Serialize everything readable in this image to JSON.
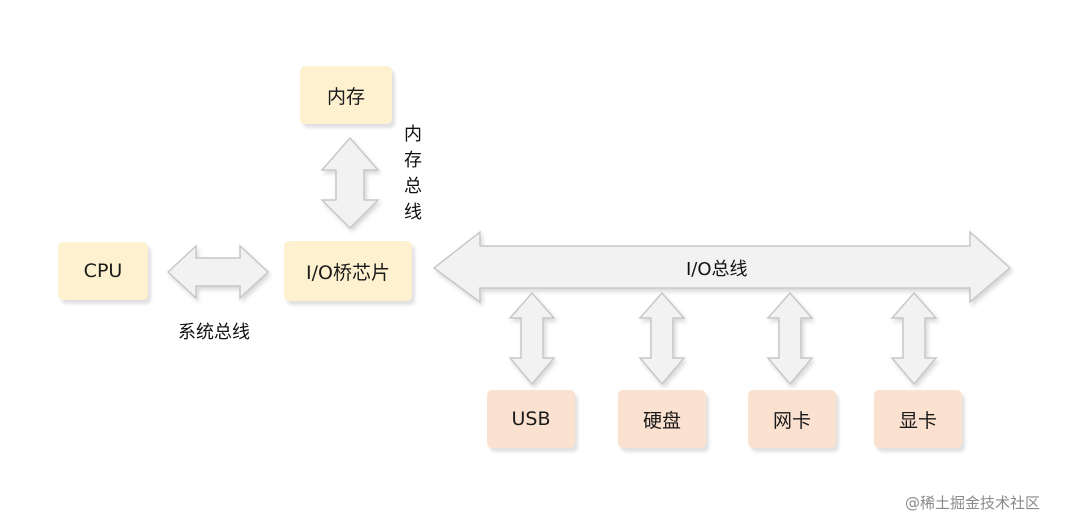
{
  "nodes": {
    "memory": "内存",
    "cpu": "CPU",
    "io_bridge": "I/O桥芯片",
    "usb": "USB",
    "disk": "硬盘",
    "nic": "网卡",
    "gpu": "显卡"
  },
  "buses": {
    "memory_bus": [
      "内",
      "存",
      "总",
      "线"
    ],
    "system_bus": "系统总线",
    "io_bus": "I/O总线"
  },
  "watermark": "@稀土掘金技术社区",
  "colors": {
    "yellow_box": "#fdf1cf",
    "peach_box": "#fbe1cf",
    "arrow_fill": "#f2f2f2",
    "arrow_stroke": "#c8c8c8"
  }
}
